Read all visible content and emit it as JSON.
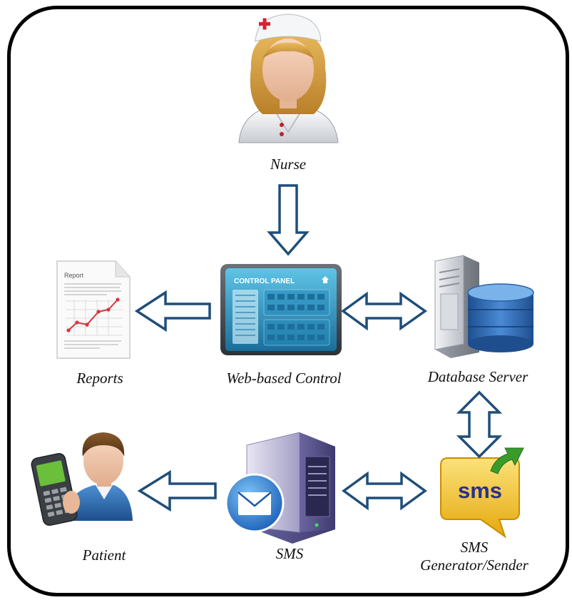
{
  "nodes": {
    "nurse": {
      "label": "Nurse"
    },
    "reports": {
      "label": "Reports",
      "doc_title": "Report"
    },
    "web_control": {
      "label": "Web-based Control",
      "screen_title": "CONTROL PANEL"
    },
    "database_server": {
      "label": "Database Server"
    },
    "patient": {
      "label": "Patient"
    },
    "sms": {
      "label": "SMS"
    },
    "sms_generator": {
      "label_line1": "SMS",
      "label_line2": "Generator/Sender",
      "bubble_text": "sms"
    }
  },
  "edges": [
    {
      "from": "nurse",
      "to": "web_control",
      "direction": "one-way"
    },
    {
      "from": "web_control",
      "to": "reports",
      "direction": "one-way"
    },
    {
      "from": "web_control",
      "to": "database_server",
      "direction": "two-way"
    },
    {
      "from": "database_server",
      "to": "sms_generator",
      "direction": "two-way"
    },
    {
      "from": "sms_generator",
      "to": "sms",
      "direction": "two-way"
    },
    {
      "from": "sms",
      "to": "patient",
      "direction": "one-way"
    }
  ],
  "colors": {
    "arrow_stroke": "#1f4e79",
    "frame": "#000000",
    "db_blue": "#2f6db3",
    "sms_yellow": "#f3c21b",
    "sms_green": "#3a9b2c"
  }
}
